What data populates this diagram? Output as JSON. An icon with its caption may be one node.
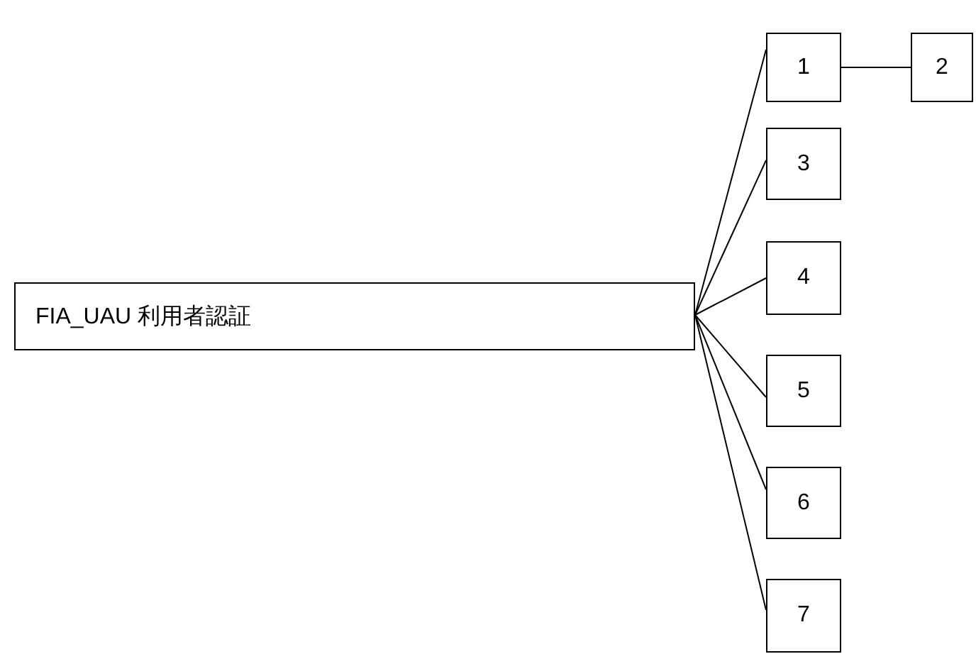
{
  "diagram": {
    "nodes": [
      {
        "text": [
          "FIA_UAU 利用者認証"
        ]
      },
      {
        "text": [
          "1"
        ]
      },
      {
        "text": [
          "2"
        ]
      },
      {
        "text": [
          "3"
        ]
      },
      {
        "text": [
          "4"
        ]
      },
      {
        "text": [
          "5"
        ]
      },
      {
        "text": [
          "6"
        ]
      },
      {
        "text": [
          "7"
        ]
      }
    ],
    "edges": [
      {
        "from": 0,
        "to": 1,
        "arrow": "none"
      },
      {
        "from": 1,
        "to": 2,
        "arrow": "none"
      },
      {
        "from": 0,
        "to": 3,
        "arrow": "none"
      },
      {
        "from": 0,
        "to": 4,
        "arrow": "none"
      },
      {
        "from": 0,
        "to": 5,
        "arrow": "none"
      },
      {
        "from": 0,
        "to": 6,
        "arrow": "none"
      },
      {
        "from": 0,
        "to": 7,
        "arrow": "none"
      }
    ]
  }
}
